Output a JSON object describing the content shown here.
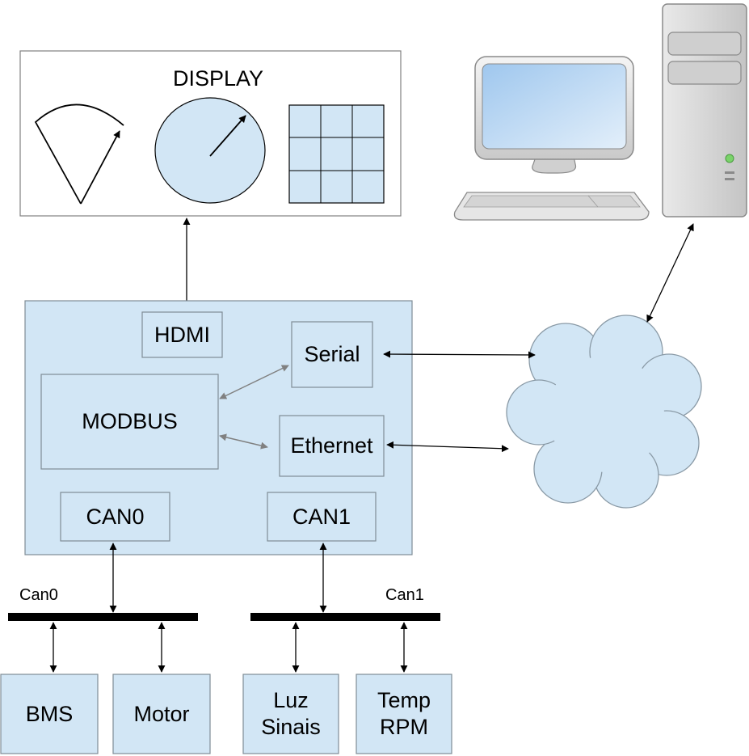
{
  "display": {
    "title": "DISPLAY"
  },
  "controller": {
    "hdmi": "HDMI",
    "serial": "Serial",
    "modbus": "MODBUS",
    "ethernet": "Ethernet",
    "can0": "CAN0",
    "can1": "CAN1"
  },
  "buses": {
    "can0": "Can0",
    "can1": "Can1"
  },
  "devices": {
    "bms": "BMS",
    "motor": "Motor",
    "luz_sinais": "Luz\nSinais",
    "temp_rpm": "Temp\nRPM"
  },
  "colors": {
    "box_fill": "#d2e6f5",
    "box_stroke": "#7f8c95",
    "line": "#000000",
    "gray_arrow": "#808080"
  },
  "icons": [
    "desktop-computer-icon",
    "cloud-icon",
    "gauge-icon",
    "dial-icon",
    "grid-icon"
  ]
}
